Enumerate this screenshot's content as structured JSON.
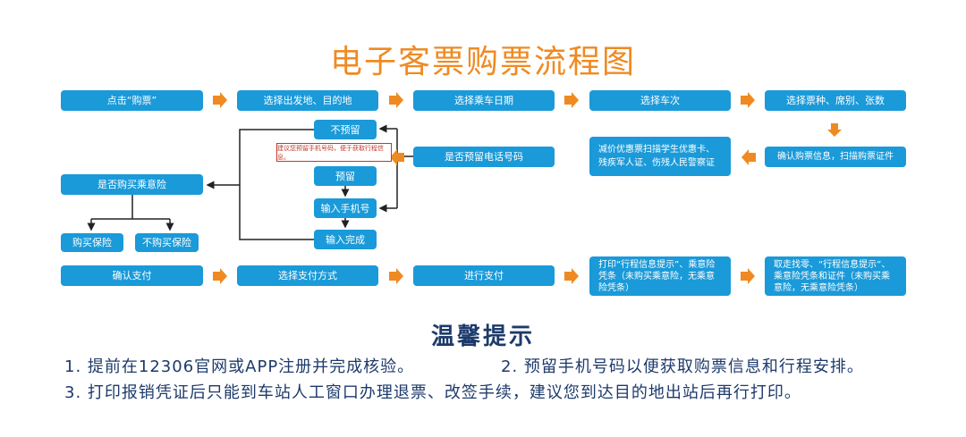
{
  "title": "电子客票购票流程图",
  "row1": [
    "点击“购票”",
    "选择出发地、目的地",
    "选择乘车日期",
    "选择车次",
    "选择票种、席别、张数"
  ],
  "row2": {
    "confirm": "确认购票信息，扫描购票证件",
    "discount": "减价优惠票扫描学生优惠卡、残疾军人证、伤残人民警察证",
    "reserve_phone": "是否预留电话号码"
  },
  "phone_branch": {
    "no_reserve": "不预留",
    "note": "建议您预留手机号码，便于获取行程信息。",
    "reserve": "预留",
    "input_phone": "输入手机号",
    "input_done": "输入完成"
  },
  "insurance": {
    "question": "是否购买乘意险",
    "buy": "购买保险",
    "not_buy": "不购买保险"
  },
  "row3": [
    "确认支付",
    "选择支付方式",
    "进行支付",
    "打印“行程信息提示”、乘意险凭条（未购买乘意险，无乘意险凭条）",
    "取走找零、“行程信息提示”、乘意险凭条和证件（未购买乘意险，无乘意险凭条）"
  ],
  "tips": {
    "title": "温馨提示",
    "items": [
      "1. 提前在12306官网或APP注册并完成核验。",
      "2. 预留手机号码以便获取购票信息和行程安排。",
      "3. 打印报销凭证后只能到车站人工窗口办理退票、改签手续，建议您到达目的地出站后再行打印。"
    ]
  },
  "colors": {
    "box": "#1a9ad9",
    "arrow": "#ef8a22",
    "title": "#ef8a22",
    "tips": "#1d3a6b"
  }
}
